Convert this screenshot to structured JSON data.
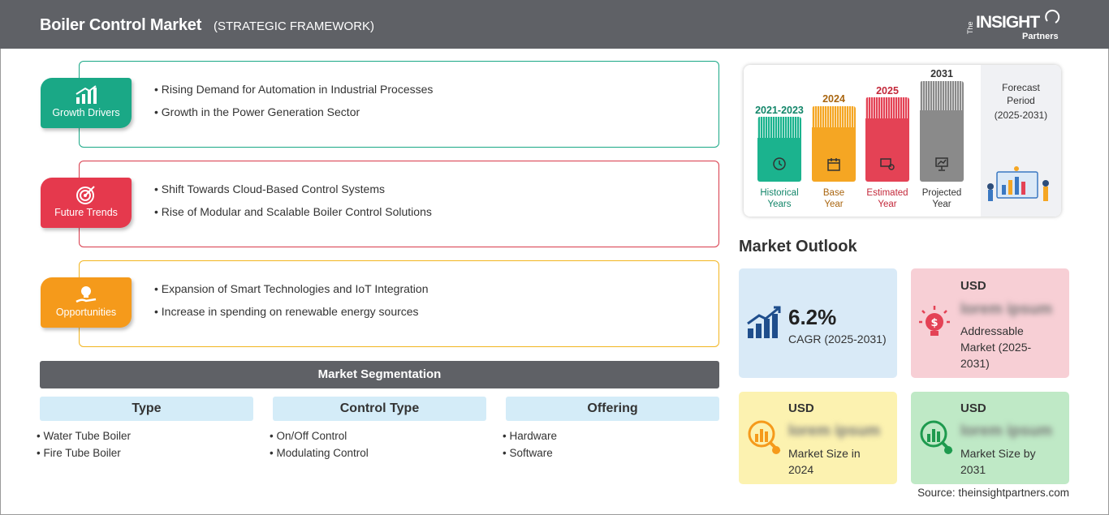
{
  "header": {
    "title": "Boiler Control Market",
    "subtitle": "(STRATEGIC FRAMEWORK)",
    "logo": {
      "the": "The",
      "insight": "INSIGHT",
      "partners": "Partners"
    }
  },
  "framework": [
    {
      "label": "Growth Drivers",
      "color": "#1aa886",
      "border": "#1aa886",
      "items": [
        "Rising Demand for Automation in Industrial Processes",
        "Growth in the Power Generation Sector"
      ]
    },
    {
      "label": "Future Trends",
      "color": "#e5394d",
      "border": "#d83a4a",
      "items": [
        "Shift Towards Cloud-Based Control Systems",
        "Rise of Modular and Scalable Boiler Control Solutions"
      ]
    },
    {
      "label": "Opportunities",
      "color": "#f59a1b",
      "border": "#f2b51f",
      "items": [
        "Expansion of Smart Technologies and IoT Integration",
        "Increase in spending on renewable energy sources"
      ]
    }
  ],
  "segmentation": {
    "title": "Market Segmentation",
    "columns": [
      {
        "header": "Type",
        "items": [
          "Water Tube Boiler",
          "Fire Tube Boiler"
        ]
      },
      {
        "header": "Control Type",
        "items": [
          "On/Off Control",
          "Modulating Control"
        ]
      },
      {
        "header": "Offering",
        "items": [
          "Hardware",
          "Software"
        ]
      }
    ]
  },
  "timeline": {
    "forecast": {
      "line1": "Forecast",
      "line2": "Period",
      "line3": "(2025-2031)"
    },
    "bars": [
      {
        "year": "2021-2023",
        "caption1": "Historical",
        "caption2": "Years",
        "color": "#1bb38e",
        "year_color": "#13866a",
        "cap_color": "#13866a"
      },
      {
        "year": "2024",
        "caption1": "Base",
        "caption2": "Year",
        "color": "#f5a623",
        "year_color": "#a9650f",
        "cap_color": "#a9650f"
      },
      {
        "year": "2025",
        "caption1": "Estimated",
        "caption2": "Year",
        "color": "#e44255",
        "year_color": "#c3283a",
        "cap_color": "#c3283a"
      },
      {
        "year": "2031",
        "caption1": "Projected",
        "caption2": "Year",
        "color": "#8a8a8a",
        "year_color": "#333333",
        "cap_color": "#333333"
      }
    ]
  },
  "outlook": {
    "title": "Market Outlook",
    "cagr": {
      "value": "6.2%",
      "label": "CAGR (2025-2031)"
    },
    "addressable": {
      "usd": "USD",
      "value": "lorem ipsum",
      "label_l1": "Addressable",
      "label_l2": "Market (2025-",
      "label_l3": "2031)"
    },
    "size2024": {
      "usd": "USD",
      "value": "lorem ipsum",
      "label_l1": "Market Size in",
      "label_l2": "2024"
    },
    "size2031": {
      "usd": "USD",
      "value": "lorem ipsum",
      "label_l1": "Market Size by",
      "label_l2": "2031"
    }
  },
  "source": "Source: theinsightpartners.com"
}
